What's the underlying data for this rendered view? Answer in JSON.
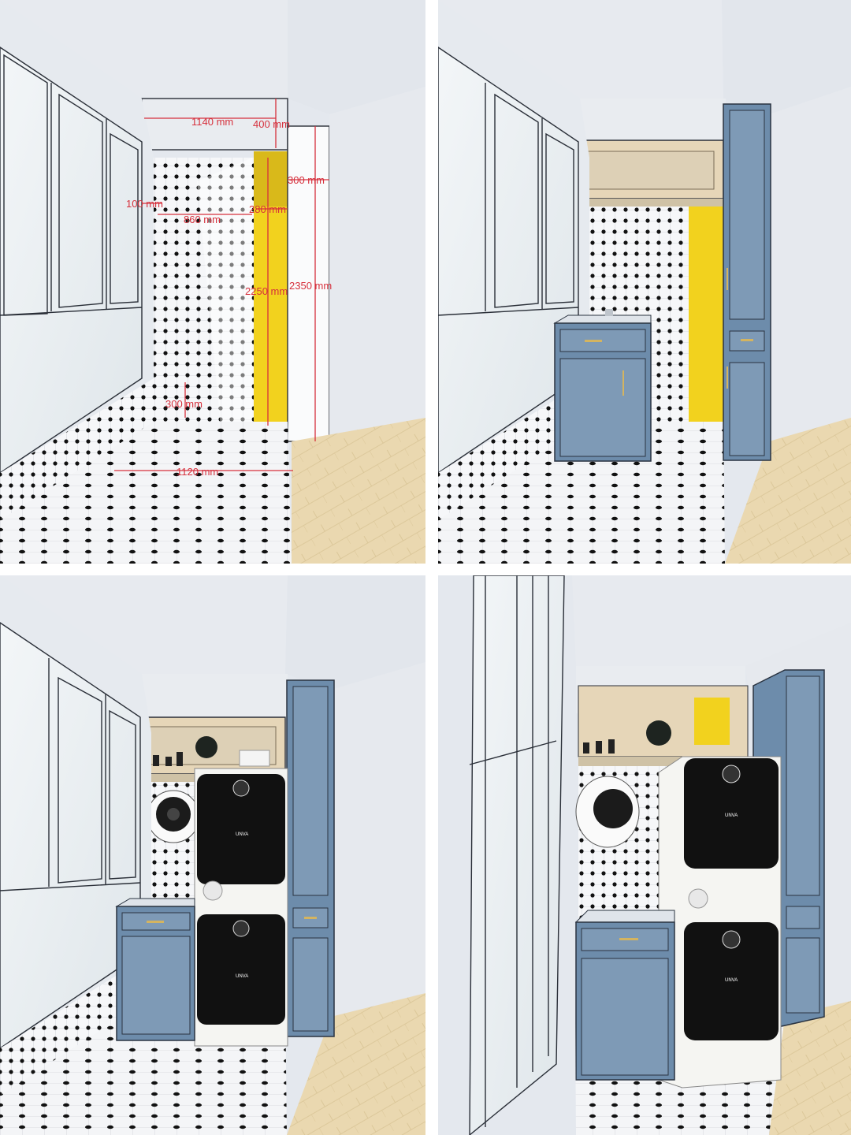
{
  "panels": [
    {
      "name": "empty-space-with-dimensions"
    },
    {
      "name": "cabinets-added"
    },
    {
      "name": "washers-front-view"
    },
    {
      "name": "washers-angled-view"
    }
  ],
  "dimensions": {
    "ceiling_width": "1140 mm",
    "soffit_depth": "400 mm",
    "column_depth": "300 mm",
    "window_offset": "100 mm",
    "niche_depth": "280 mm",
    "wall_width": "860 mm",
    "niche_height": "2250 mm",
    "total_height": "2350 mm",
    "sill_height": "300 mm",
    "floor_width": "1120 mm"
  },
  "washer_brand": "UNVA",
  "colors": {
    "wall": "#e4e8ee",
    "cabinet": "#6d8cab",
    "accent_yellow": "#f2d21e",
    "wood_floor": "#e9d6ad",
    "dimension_red": "#d6303c"
  }
}
